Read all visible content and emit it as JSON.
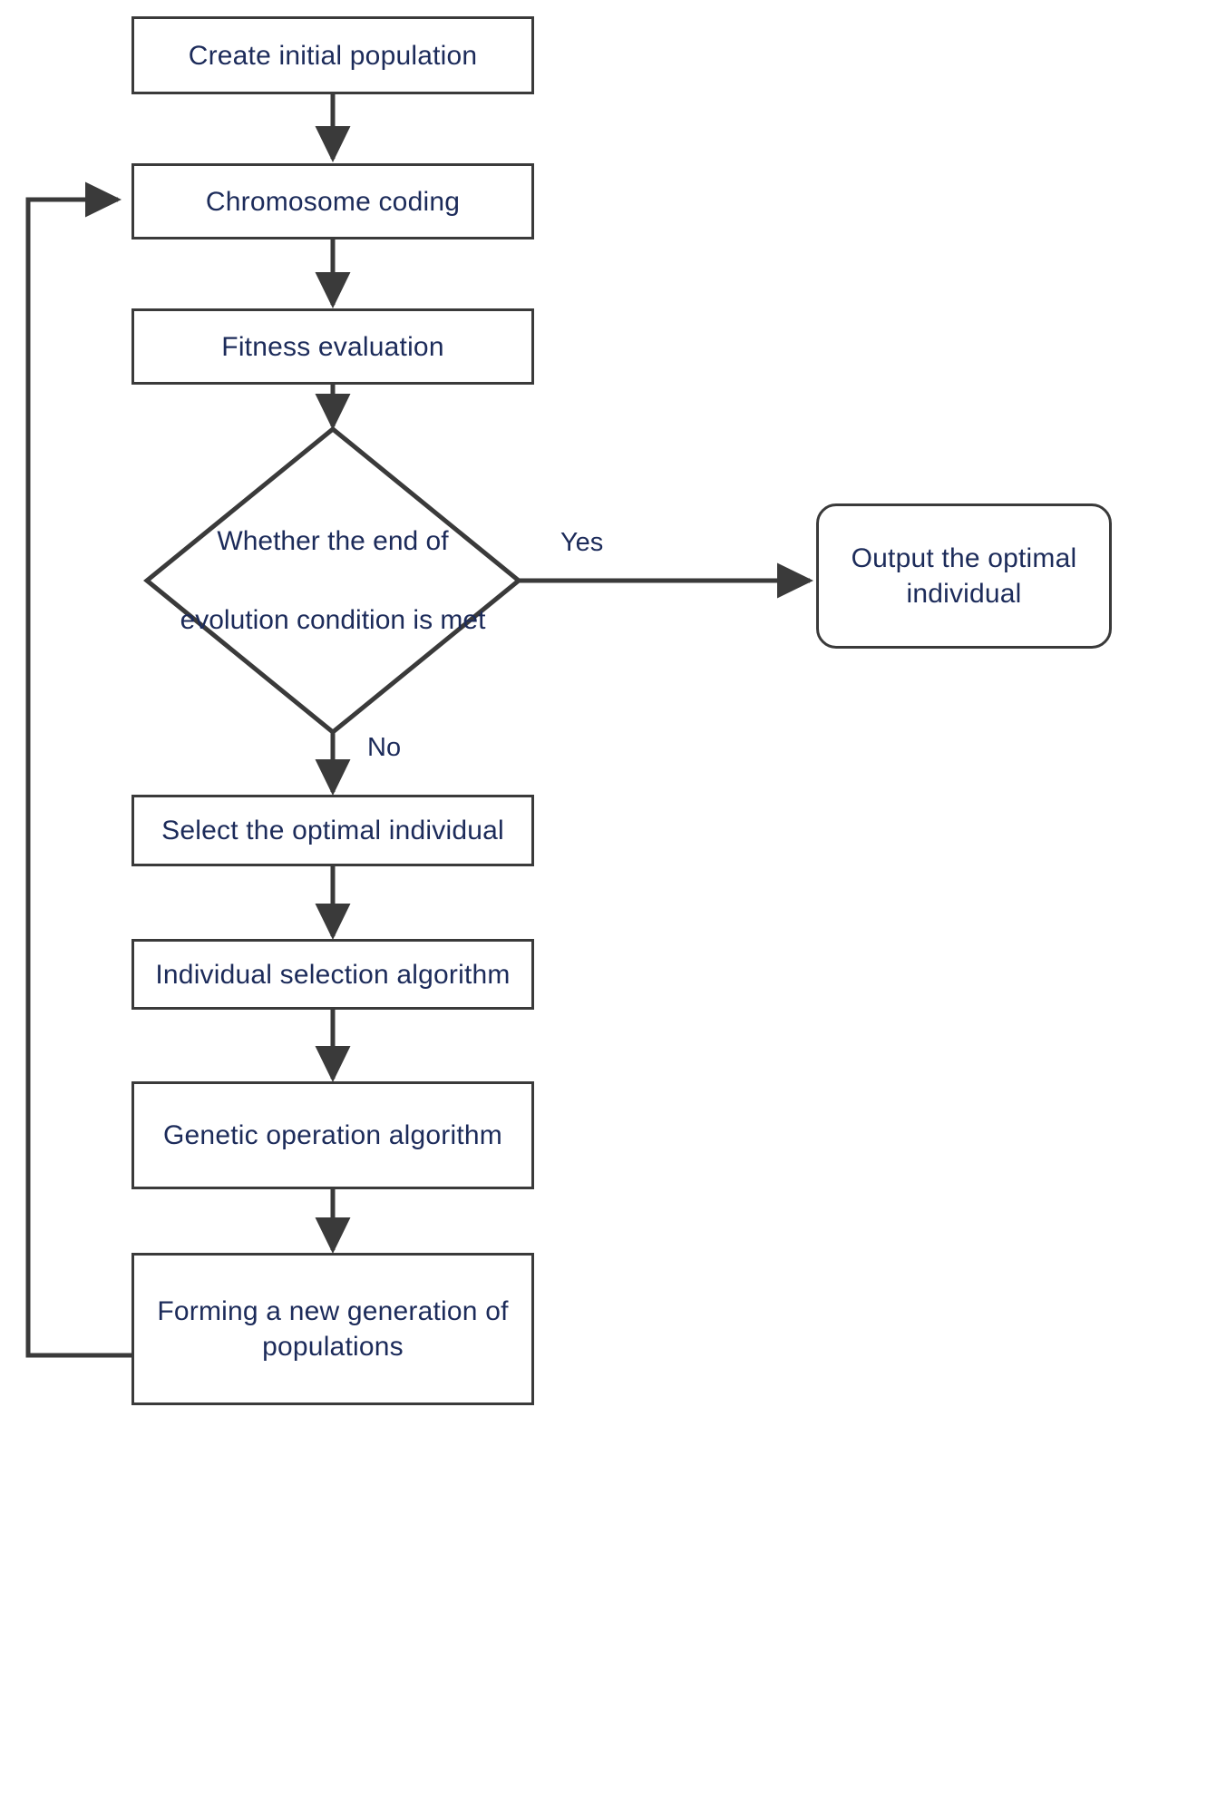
{
  "diagram": {
    "title": "Genetic algorithm flowchart",
    "colors": {
      "stroke": "#3a3a3a",
      "text": "#1c2b5a",
      "background": "#ffffff"
    },
    "nodes": [
      {
        "id": "create-initial-population",
        "shape": "rectangle",
        "label": "Create initial population"
      },
      {
        "id": "chromosome-coding",
        "shape": "rectangle",
        "label": "Chromosome coding"
      },
      {
        "id": "fitness-evaluation",
        "shape": "rectangle",
        "label": "Fitness evaluation"
      },
      {
        "id": "end-condition-decision",
        "shape": "diamond",
        "label_line1": "Whether the end of",
        "label_line2": "evolution condition is met"
      },
      {
        "id": "output-optimal-individual",
        "shape": "rounded-rectangle",
        "label_line1": "Output the optimal",
        "label_line2": "individual"
      },
      {
        "id": "select-optimal-individual",
        "shape": "rectangle",
        "label": "Select the optimal individual"
      },
      {
        "id": "individual-selection-algorithm",
        "shape": "rectangle",
        "label": "Individual selection algorithm"
      },
      {
        "id": "genetic-operation-algorithm",
        "shape": "rectangle",
        "label": "Genetic operation algorithm"
      },
      {
        "id": "forming-new-generation",
        "shape": "rectangle",
        "label_line1": "Forming a new generation of",
        "label_line2": "populations"
      }
    ],
    "edge_labels": {
      "yes": "Yes",
      "no": "No"
    }
  }
}
